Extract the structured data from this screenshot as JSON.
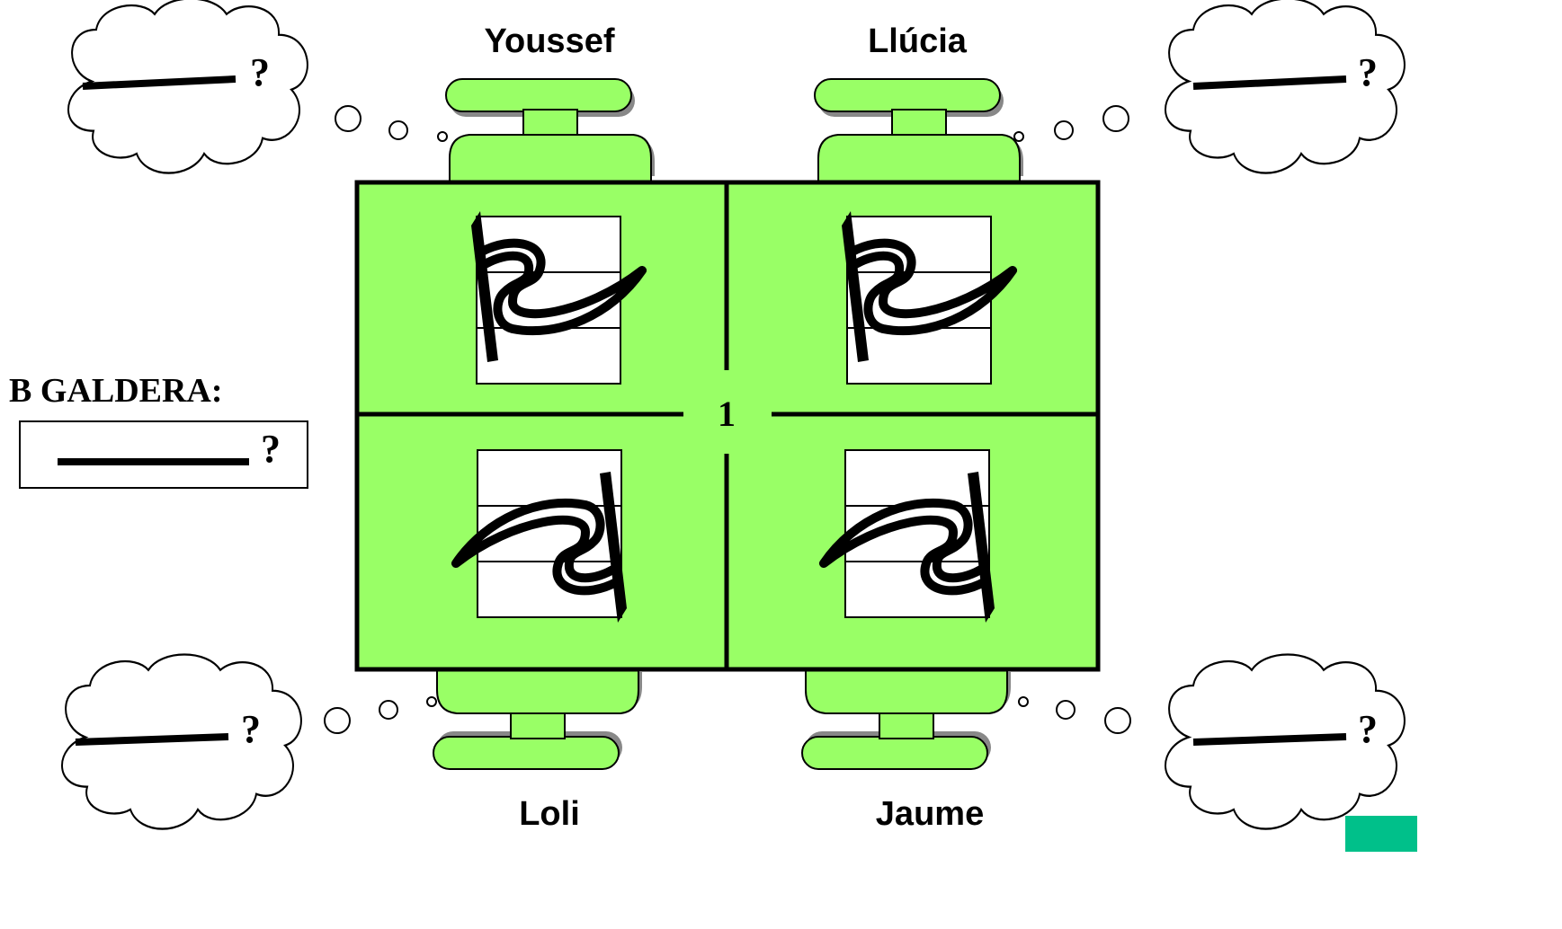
{
  "table": {
    "number": "1",
    "color": "#99FF66",
    "outline": "#000000"
  },
  "students": {
    "top_left": "Youssef",
    "top_right": "Llúcia",
    "bottom_left": "Loli",
    "bottom_right": "Jaume"
  },
  "thought_bubbles": {
    "blank_mark": "?"
  },
  "group_label": {
    "title": "B GALDERA:",
    "blank_mark": "?"
  },
  "icons": {
    "desk_item": "scroll-flag-icon",
    "thought": "thought-cloud-icon",
    "chair": "chair-icon"
  },
  "accent": {
    "corner_tab": "#00C08A"
  }
}
